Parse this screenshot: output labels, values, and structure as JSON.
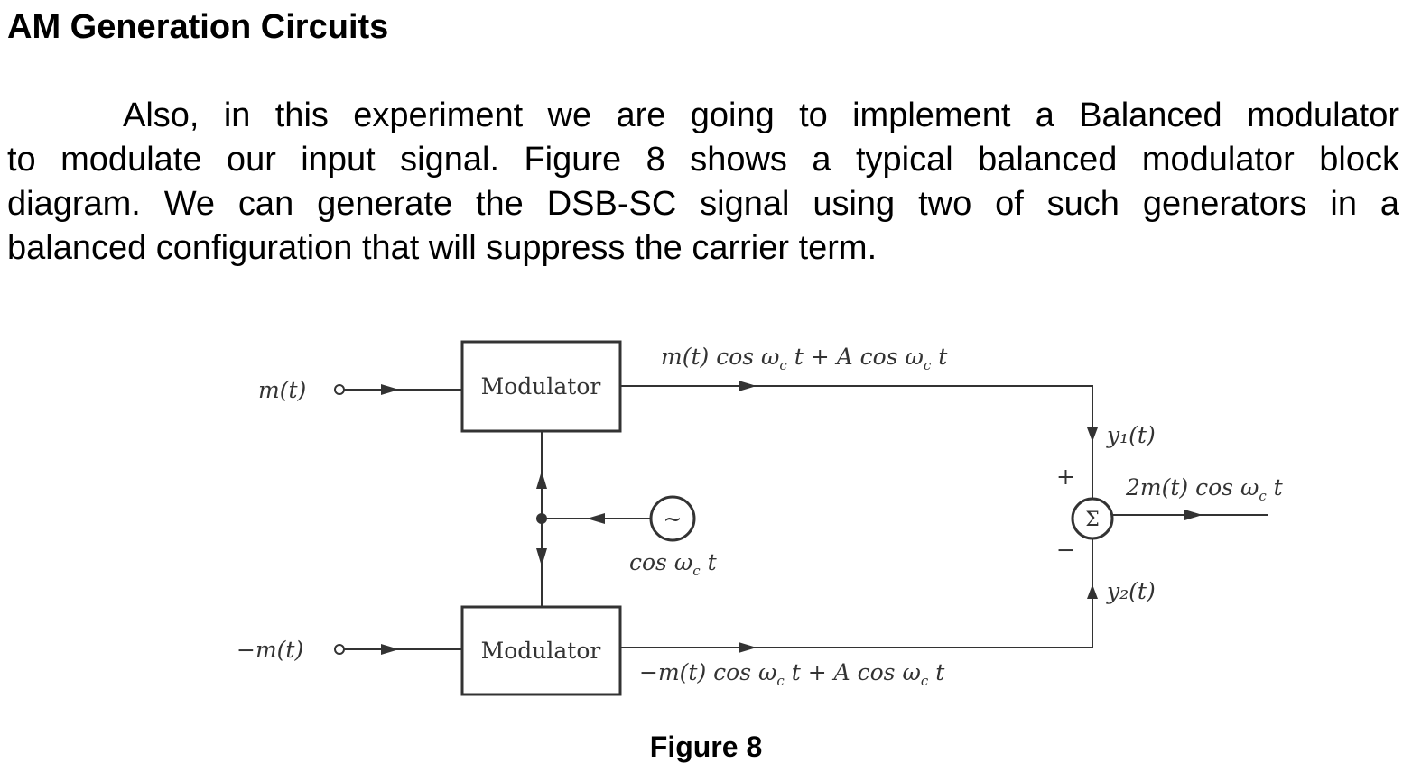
{
  "document": {
    "heading": "AM Generation Circuits",
    "paragraph_lines": [
      "Also, in this experiment we are going to implement a Balanced modulator",
      "to modulate our input signal.  Figure 8 shows a typical balanced modulator block",
      "diagram.  We can generate the DSB-SC signal using two of such generators in a",
      "balanced configuration that will suppress the carrier term."
    ],
    "caption": "Figure 8"
  },
  "diagram": {
    "modulator_top_label": "Modulator",
    "modulator_bottom_label": "Modulator",
    "input_top": "m(t)",
    "input_bottom": "−m(t)",
    "top_output": "m(t) cos ω_c t + A cos ω_c t",
    "bottom_output": "−m(t) cos ω_c t + A cos ω_c t",
    "oscillator_label": "cos ω_c t",
    "oscillator_symbol": "~",
    "summer_symbol": "Σ",
    "plus_sign": "+",
    "minus_sign": "−",
    "y1_label": "y₁(t)",
    "y2_label": "y₂(t)",
    "result": "2m(t) cos ω_c t"
  }
}
